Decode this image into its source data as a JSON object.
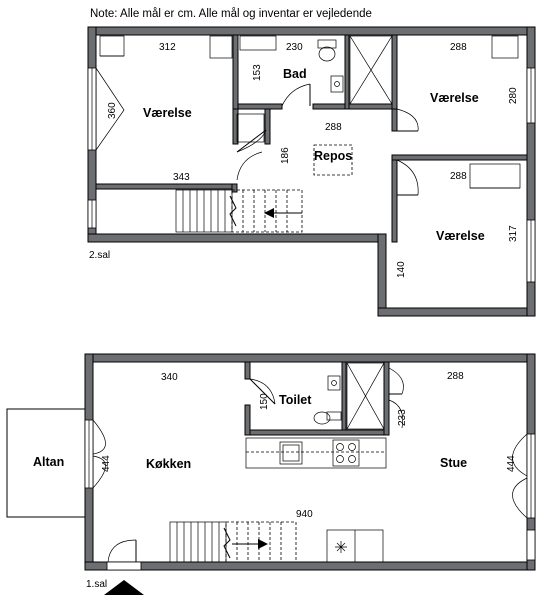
{
  "note": "Note: Alle mål er cm. Alle mål og inventar er vejledende",
  "upper_floor": {
    "label": "2.sal",
    "rooms": {
      "bedroom_left": "Værelse",
      "bath": "Bad",
      "landing": "Repos",
      "bedroom_right_top": "Værelse",
      "bedroom_right_bottom": "Værelse"
    },
    "dims": {
      "d312": "312",
      "d230": "230",
      "d288a": "288",
      "d153": "153",
      "d360": "360",
      "d280": "280",
      "d288b": "288",
      "d186": "186",
      "d343": "343",
      "d288c": "288",
      "d317": "317",
      "d140": "140"
    }
  },
  "lower_floor": {
    "label": "1.sal",
    "rooms": {
      "balcony": "Altan",
      "kitchen": "Køkken",
      "toilet": "Toilet",
      "living": "Stue"
    },
    "dims": {
      "d340": "340",
      "d150": "150",
      "d288": "288",
      "d233": "233",
      "d444a": "444",
      "d444b": "444",
      "d940": "940"
    }
  }
}
